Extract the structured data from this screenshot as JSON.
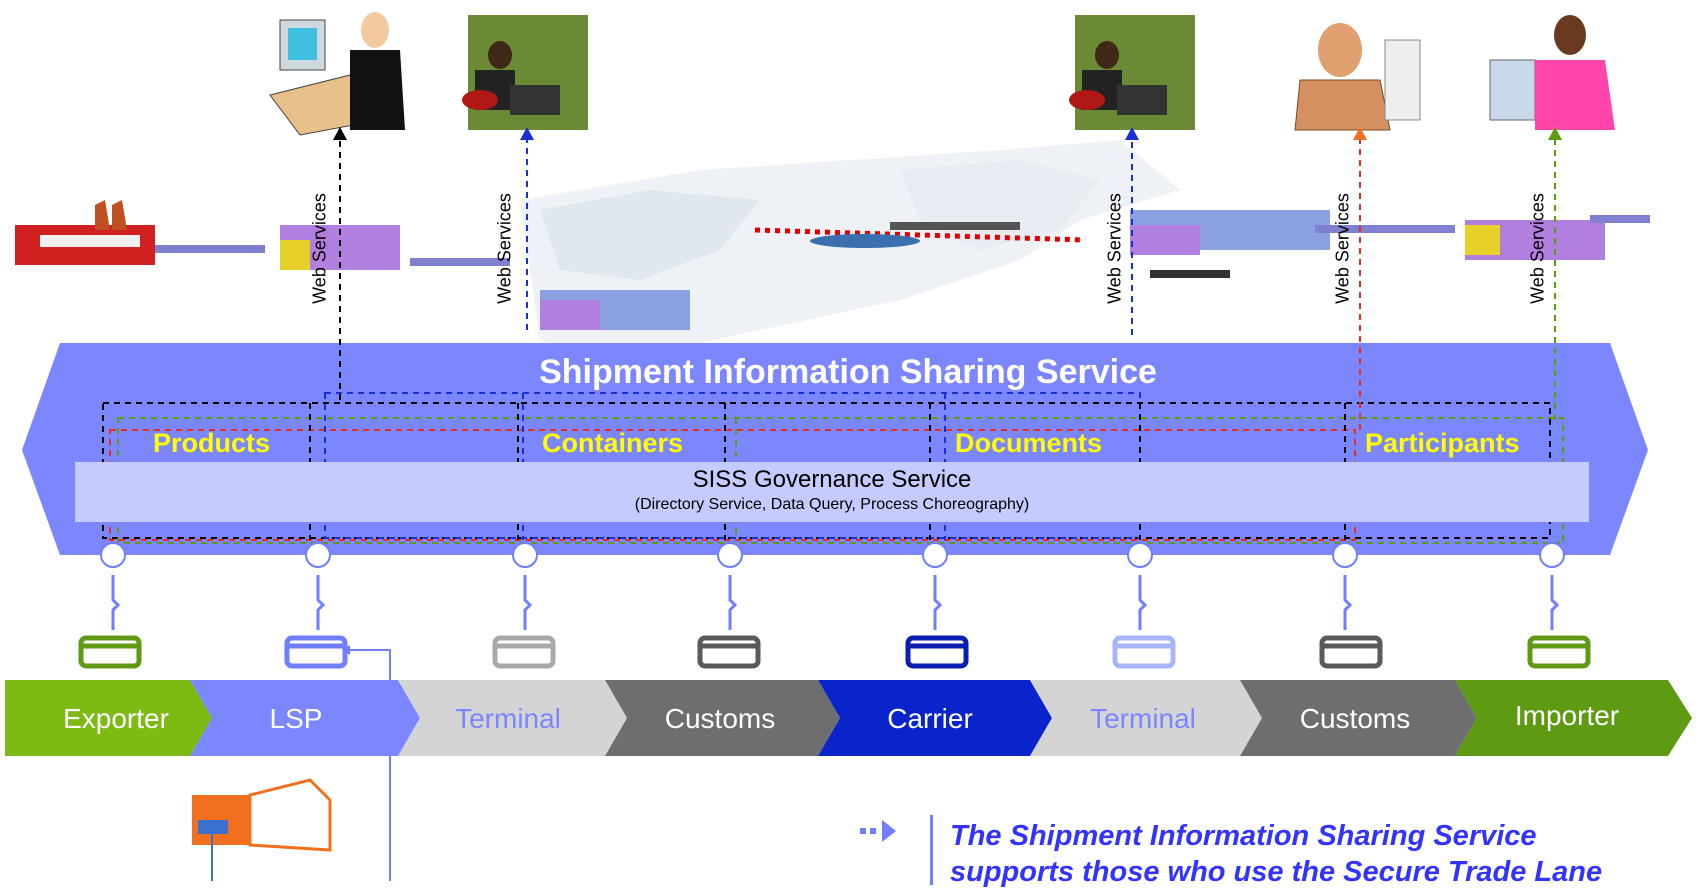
{
  "title": "Shipment Information Sharing Service",
  "web_services_label": "Web Services",
  "sections": [
    "Products",
    "Containers",
    "Documents",
    "Participants"
  ],
  "governance": {
    "title": "SISS Governance Service",
    "subtitle": "(Directory Service, Data Query, Process Choreography)"
  },
  "chain": [
    {
      "label": "Exporter",
      "color": "#7dbb14",
      "text": "#ffffff",
      "db": "#5e9a12"
    },
    {
      "label": "LSP",
      "color": "#7b86ff",
      "text": "#ffffff",
      "db": "#6f7fff"
    },
    {
      "label": "Terminal",
      "color": "#d4d4d4",
      "text": "#7b86ff",
      "db": "#a8a8a8"
    },
    {
      "label": "Customs",
      "color": "#6e6e6e",
      "text": "#ffffff",
      "db": "#5a5a5a"
    },
    {
      "label": "Carrier",
      "color": "#0a24cc",
      "text": "#ffffff",
      "db": "#0a1fb0"
    },
    {
      "label": "Terminal",
      "color": "#d4d4d4",
      "text": "#7b86ff",
      "db": "#a9b4ff"
    },
    {
      "label": "Customs",
      "color": "#6e6e6e",
      "text": "#ffffff",
      "db": "#5a5a5a"
    },
    {
      "label": "Importer",
      "color": "#5e9a12",
      "text": "#ffffff",
      "db": "#5e9a12"
    }
  ],
  "note": {
    "line1": "The Shipment Information Sharing Service",
    "line2": "supports those who use the Secure Trade Lane"
  },
  "colors": {
    "band": "#7b86ff",
    "band_dark": "#6f7fff",
    "black_line": "#000000",
    "blue_line": "#1a2fd0",
    "green_line": "#5e9a12",
    "red_line": "#e03020",
    "orange": "#f07020"
  }
}
